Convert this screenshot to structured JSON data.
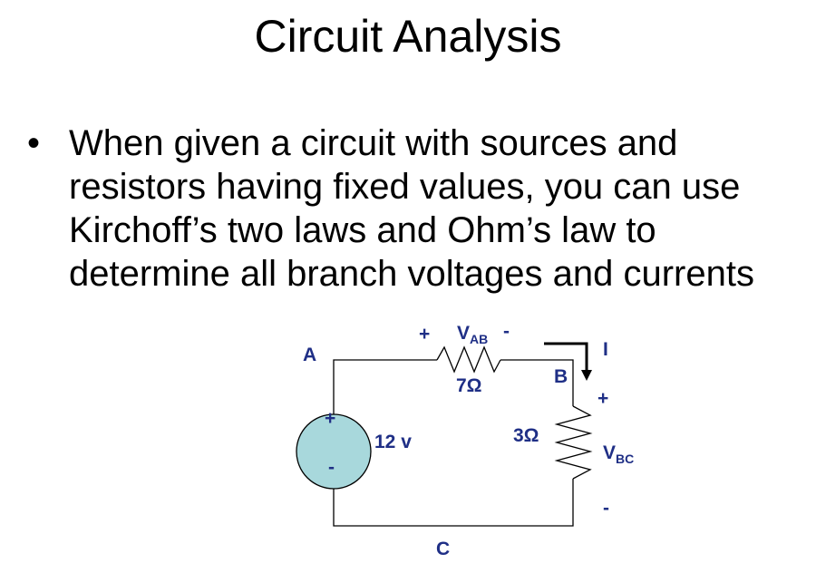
{
  "slide": {
    "title": "Circuit Analysis",
    "bullet_symbol": "•",
    "bullet_text": "When given a circuit with sources and\nresistors having fixed values, you can use\nKirchoff’s two laws and Ohm’s law to\ndetermine all branch voltages and currents"
  },
  "circuit": {
    "node_labels": {
      "a": "A",
      "b": "B",
      "c": "C"
    },
    "source": {
      "value": "12 v",
      "plus": "+",
      "minus": "-"
    },
    "r_top": {
      "value": "7Ω",
      "voltage_main": "V",
      "voltage_sub": "AB",
      "plus": "+",
      "minus": "-"
    },
    "r_right": {
      "value": "3Ω",
      "voltage_main": "V",
      "voltage_sub": "BC",
      "plus": "+",
      "minus": "-"
    },
    "current_label": "I",
    "colors": {
      "label": "#1f2f86",
      "source_fill": "#a8d8dc",
      "wire": "#000000"
    }
  }
}
